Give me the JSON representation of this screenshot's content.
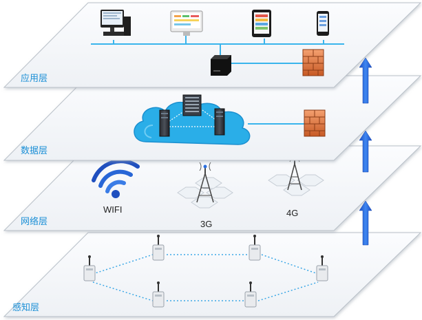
{
  "layers": [
    {
      "id": "application",
      "label": "应用层"
    },
    {
      "id": "data",
      "label": "数据层"
    },
    {
      "id": "network",
      "label": "网络层"
    },
    {
      "id": "perception",
      "label": "感知层"
    }
  ],
  "network": {
    "wifi_label": "WIFI",
    "label_3g": "3G",
    "label_4g": "4G"
  },
  "colors": {
    "layer_label": "#1a8fd6",
    "arrow": "#1f5fd8",
    "cloud": "#2aaee8",
    "bus_line": "#39b4ec",
    "firewall": "#d8733b"
  },
  "icons": {
    "application_devices": [
      "desktop-computer-icon",
      "monitor-icon",
      "tablet-icon",
      "phone-icon"
    ],
    "application_infra": [
      "router-icon",
      "firewall-icon"
    ],
    "data_infra": [
      "cloud-icon",
      "server-icon",
      "firewall-icon"
    ],
    "network": [
      "wifi-icon",
      "cell-tower-icon"
    ],
    "perception": [
      "sensor-node-icon"
    ]
  }
}
